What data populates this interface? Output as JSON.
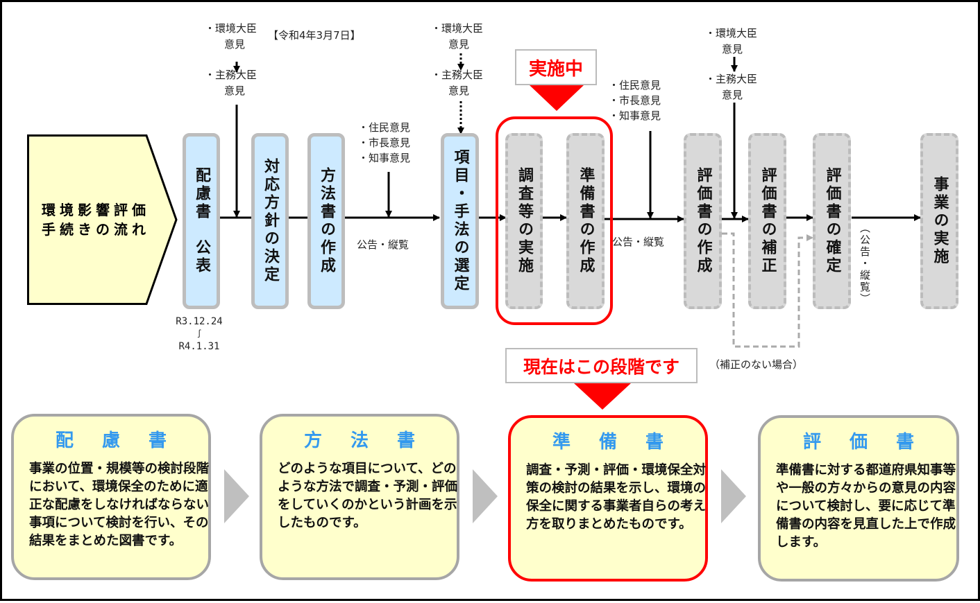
{
  "diagram": {
    "title": "環境影響評価手続きの流れ",
    "title_lines": [
      "環境影響評価",
      "手続きの流れ"
    ],
    "steps": [
      {
        "id": "hairyo-kohyo",
        "label": "配慮書　公表",
        "status": "done"
      },
      {
        "id": "taio-hoshin",
        "label": "対応方針の決定",
        "status": "done"
      },
      {
        "id": "hoho-sakusei",
        "label": "方法書の作成",
        "status": "done"
      },
      {
        "id": "koumoku-sentei",
        "label": "項目・手法の選定",
        "status": "done"
      },
      {
        "id": "chosa-jisshi",
        "label": "調査等の実施",
        "status": "current"
      },
      {
        "id": "junbi-sakusei",
        "label": "準備書の作成",
        "status": "current"
      },
      {
        "id": "hyoka-sakusei",
        "label": "評価書の作成",
        "status": "pending"
      },
      {
        "id": "hyoka-hosei",
        "label": "評価書の補正",
        "status": "pending"
      },
      {
        "id": "hyoka-kakutei",
        "label": "評価書の確定",
        "status": "pending"
      },
      {
        "id": "jigyo-jisshi",
        "label": "事業の実施",
        "status": "pending"
      }
    ],
    "opinions": {
      "minister_1": {
        "env": "・環境大臣",
        "env2": "意見",
        "main": "・主務大臣",
        "main2": "意見",
        "date": "【令和4年3月7日】"
      },
      "minister_2": {
        "env": "・環境大臣",
        "env2": "意見",
        "main": "・主務大臣",
        "main2": "意見"
      },
      "minister_3": {
        "env": "・環境大臣",
        "env2": "意見",
        "main": "・主務大臣",
        "main2": "意見"
      },
      "public_1": [
        "・住民意見",
        "・市長意見",
        "・知事意見"
      ],
      "public_2": [
        "・住民意見",
        "・市長意見",
        "・知事意見"
      ]
    },
    "notices": {
      "koukoku_1": "公告・縦覧",
      "koukoku_2": "公告・縦覧",
      "koukoku_3": "（公告・縦覧）",
      "no_correction": "（補正のない場合）"
    },
    "hairyo_period": {
      "start": "R3.12.24",
      "sep": "∫",
      "end": "R4.1.31"
    },
    "in_progress_label": "実施中",
    "current_stage_label": "現在はこの段階です",
    "colors": {
      "done_fill": "#cdeaff",
      "pending_fill": "#d9d9d9",
      "accent_red": "#ff0000",
      "card_fill": "#ffffcc",
      "card_title": "#3399ee",
      "title_fill": "#ffffcc"
    }
  },
  "cards": [
    {
      "title": "配慮書",
      "title_spaced": "配 慮 書",
      "body": "事業の位置・規模等の検討段階において、環境保全のために適正な配慮をしなければならない事項について検討を行い、その結果をまとめた図書です。",
      "active": false
    },
    {
      "title": "方法書",
      "title_spaced": "方 法 書",
      "body": "どのような項目について、どのような方法で調査・予測・評価をしていくのかという計画を示したものです。",
      "active": false
    },
    {
      "title": "準備書",
      "title_spaced": "準 備 書",
      "body": "調査・予測・評価・環境保全対策の検討の結果を示し、環境の保全に関する事業者自らの考え方を取りまとめたものです。",
      "active": true
    },
    {
      "title": "評価書",
      "title_spaced": "評 価 書",
      "body": "準備書に対する都道府県知事等や一般の方々からの意見の内容について検討し、要に応じて準備書の内容を見直した上で作成します。",
      "active": false
    }
  ]
}
